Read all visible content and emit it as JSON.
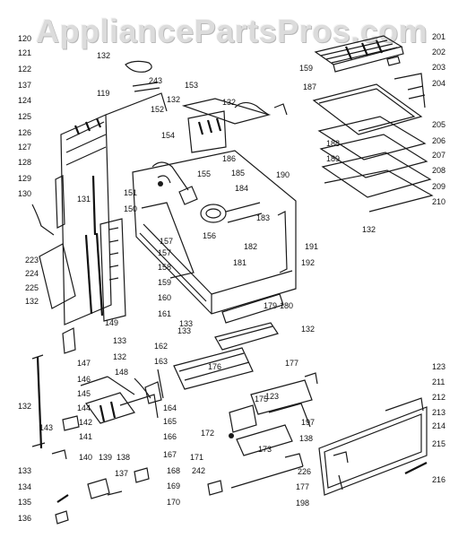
{
  "watermark": "AppliancePartsPros.com",
  "part_callouts": [
    {
      "id": "c120",
      "text": "120"
    },
    {
      "id": "c121",
      "text": "121"
    },
    {
      "id": "c122",
      "text": "122"
    },
    {
      "id": "c137a",
      "text": "137"
    },
    {
      "id": "c124",
      "text": "124"
    },
    {
      "id": "c125",
      "text": "125"
    },
    {
      "id": "c126",
      "text": "126"
    },
    {
      "id": "c127",
      "text": "127"
    },
    {
      "id": "c128",
      "text": "128"
    },
    {
      "id": "c129",
      "text": "129"
    },
    {
      "id": "c130",
      "text": "130"
    },
    {
      "id": "c131",
      "text": "131"
    },
    {
      "id": "c223",
      "text": "223"
    },
    {
      "id": "c224",
      "text": "224"
    },
    {
      "id": "c225",
      "text": "225"
    },
    {
      "id": "c132a",
      "text": "132"
    },
    {
      "id": "c132b",
      "text": "132"
    },
    {
      "id": "c119",
      "text": "119"
    },
    {
      "id": "c243",
      "text": "243"
    },
    {
      "id": "c153",
      "text": "153"
    },
    {
      "id": "c132c",
      "text": "132"
    },
    {
      "id": "c132d",
      "text": "132"
    },
    {
      "id": "c152",
      "text": "152"
    },
    {
      "id": "c154",
      "text": "154"
    },
    {
      "id": "c186",
      "text": "186"
    },
    {
      "id": "c155",
      "text": "155"
    },
    {
      "id": "c185",
      "text": "185"
    },
    {
      "id": "c151",
      "text": "151"
    },
    {
      "id": "c150",
      "text": "150"
    },
    {
      "id": "c184",
      "text": "184"
    },
    {
      "id": "c157a",
      "text": "157"
    },
    {
      "id": "c156",
      "text": "156"
    },
    {
      "id": "c157b",
      "text": "157"
    },
    {
      "id": "c158",
      "text": "158"
    },
    {
      "id": "c159b",
      "text": "159"
    },
    {
      "id": "c160",
      "text": "160"
    },
    {
      "id": "c161",
      "text": "161"
    },
    {
      "id": "c149",
      "text": "149"
    },
    {
      "id": "c133a",
      "text": "133"
    },
    {
      "id": "c133b",
      "text": "133"
    },
    {
      "id": "c132e",
      "text": "132"
    },
    {
      "id": "c147",
      "text": "147"
    },
    {
      "id": "c162",
      "text": "162"
    },
    {
      "id": "c163",
      "text": "163"
    },
    {
      "id": "c148",
      "text": "148"
    },
    {
      "id": "c146",
      "text": "146"
    },
    {
      "id": "c145",
      "text": "145"
    },
    {
      "id": "c144",
      "text": "144"
    },
    {
      "id": "c143",
      "text": "143"
    },
    {
      "id": "c142",
      "text": "142"
    },
    {
      "id": "c141",
      "text": "141"
    },
    {
      "id": "c140",
      "text": "140"
    },
    {
      "id": "c139",
      "text": "139"
    },
    {
      "id": "c138a",
      "text": "138"
    },
    {
      "id": "c164",
      "text": "164"
    },
    {
      "id": "c165",
      "text": "165"
    },
    {
      "id": "c166",
      "text": "166"
    },
    {
      "id": "c167",
      "text": "167"
    },
    {
      "id": "c132f",
      "text": "132"
    },
    {
      "id": "c133c",
      "text": "133"
    },
    {
      "id": "c134",
      "text": "134"
    },
    {
      "id": "c135",
      "text": "135"
    },
    {
      "id": "c136",
      "text": "136"
    },
    {
      "id": "c137b",
      "text": "137"
    },
    {
      "id": "c168",
      "text": "168"
    },
    {
      "id": "c169",
      "text": "169"
    },
    {
      "id": "c170",
      "text": "170"
    },
    {
      "id": "c242",
      "text": "242"
    },
    {
      "id": "c171",
      "text": "171"
    },
    {
      "id": "c172",
      "text": "172"
    },
    {
      "id": "c176",
      "text": "176"
    },
    {
      "id": "c177a",
      "text": "177"
    },
    {
      "id": "c175",
      "text": "175"
    },
    {
      "id": "c123a",
      "text": "123"
    },
    {
      "id": "c197",
      "text": "197"
    },
    {
      "id": "c138b",
      "text": "138"
    },
    {
      "id": "c173",
      "text": "173"
    },
    {
      "id": "c226",
      "text": "226"
    },
    {
      "id": "c177b",
      "text": "177"
    },
    {
      "id": "c198",
      "text": "198"
    },
    {
      "id": "c133d",
      "text": "133"
    },
    {
      "id": "c179",
      "text": "179"
    },
    {
      "id": "c132g",
      "text": "132"
    },
    {
      "id": "c180",
      "text": "180"
    },
    {
      "id": "c181",
      "text": "181"
    },
    {
      "id": "c182",
      "text": "182"
    },
    {
      "id": "c183",
      "text": "183"
    },
    {
      "id": "c190",
      "text": "190"
    },
    {
      "id": "c191",
      "text": "191"
    },
    {
      "id": "c192",
      "text": "192"
    },
    {
      "id": "c132h",
      "text": "132"
    },
    {
      "id": "c159a",
      "text": "159"
    },
    {
      "id": "c187",
      "text": "187"
    },
    {
      "id": "c188",
      "text": "188"
    },
    {
      "id": "c189",
      "text": "189"
    },
    {
      "id": "c201",
      "text": "201"
    },
    {
      "id": "c202",
      "text": "202"
    },
    {
      "id": "c203",
      "text": "203"
    },
    {
      "id": "c204",
      "text": "204"
    },
    {
      "id": "c205",
      "text": "205"
    },
    {
      "id": "c206",
      "text": "206"
    },
    {
      "id": "c207",
      "text": "207"
    },
    {
      "id": "c208",
      "text": "208"
    },
    {
      "id": "c209",
      "text": "209"
    },
    {
      "id": "c210",
      "text": "210"
    },
    {
      "id": "c123b",
      "text": "123"
    },
    {
      "id": "c211",
      "text": "211"
    },
    {
      "id": "c212",
      "text": "212"
    },
    {
      "id": "c213",
      "text": "213"
    },
    {
      "id": "c214",
      "text": "214"
    },
    {
      "id": "c215",
      "text": "215"
    },
    {
      "id": "c216",
      "text": "216"
    }
  ]
}
